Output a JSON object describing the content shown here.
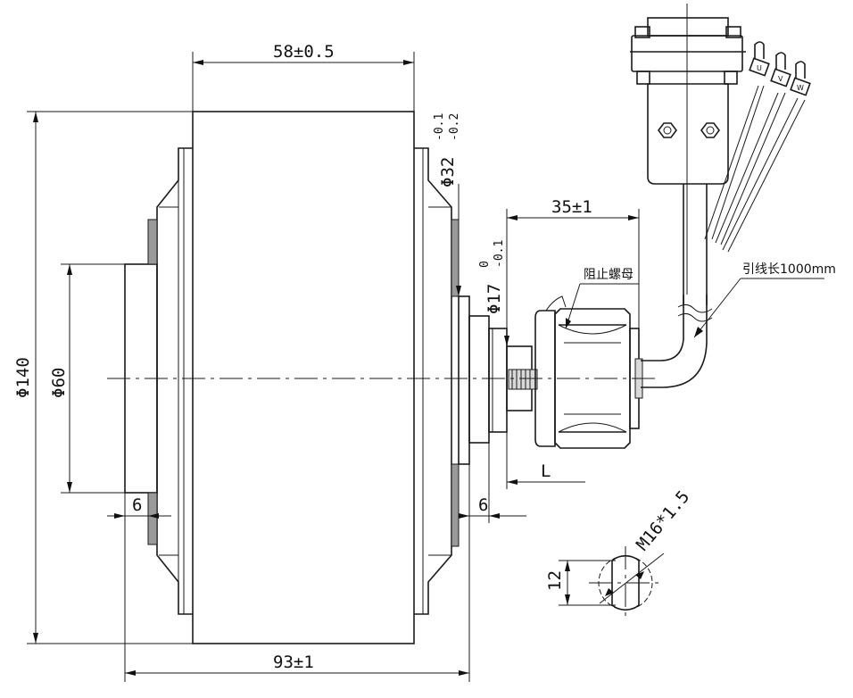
{
  "dimensions": {
    "width_top": "58±0.5",
    "width_bottom": "93±1",
    "diameter_outer": "Φ140",
    "diameter_inner": "Φ60",
    "gap_left": "6",
    "gap_right": "6",
    "shaft_length": "35±1",
    "bearing_dia": "Φ32",
    "bearing_tol_upper": "-0.1",
    "bearing_tol_lower": "-0.2",
    "shaft_dia": "Φ17",
    "shaft_tol_upper": "0",
    "shaft_tol_lower": "-0.1",
    "length_L": "L",
    "flat_width": "12",
    "thread": "M16*1.5"
  },
  "labels": {
    "lock_nut": "阻止螺母",
    "lead_length": "引线长1000mm",
    "wire_u": "U",
    "wire_v": "V",
    "wire_w": "W"
  }
}
